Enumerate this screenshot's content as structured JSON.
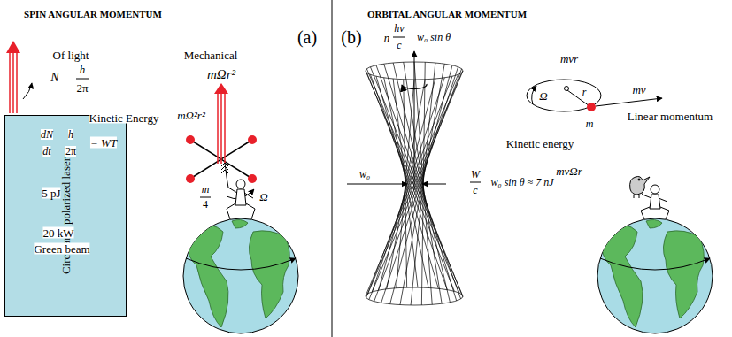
{
  "diagram": {
    "nodes": [
      {
        "text": [
          "Circularly polarized laser"
        ]
      }
    ],
    "labels": [
      "SPIN ANGULAR MOMENTUM",
      "(a)",
      "Of light",
      "Mechanical",
      "N",
      "h",
      "2π",
      "mΩr²",
      "Kinetic Energy",
      "dN",
      "dt",
      "h",
      "2π",
      "= WT",
      "5 pJ",
      "mΩ²r²",
      "m",
      "4",
      "Ω",
      "20 kW",
      "Green beam",
      "ORBITAL ANGULAR MOMENTUM",
      "(b)",
      "n",
      "hν",
      "c",
      "w₀ sin θ",
      "mvr",
      "Ω",
      "r",
      "m",
      "mv",
      "Linear momentum",
      "Kinetic energy",
      "W",
      "c",
      "w₀ sin θ ≈ 7 nJ",
      "w₀",
      "mvΩr"
    ]
  }
}
